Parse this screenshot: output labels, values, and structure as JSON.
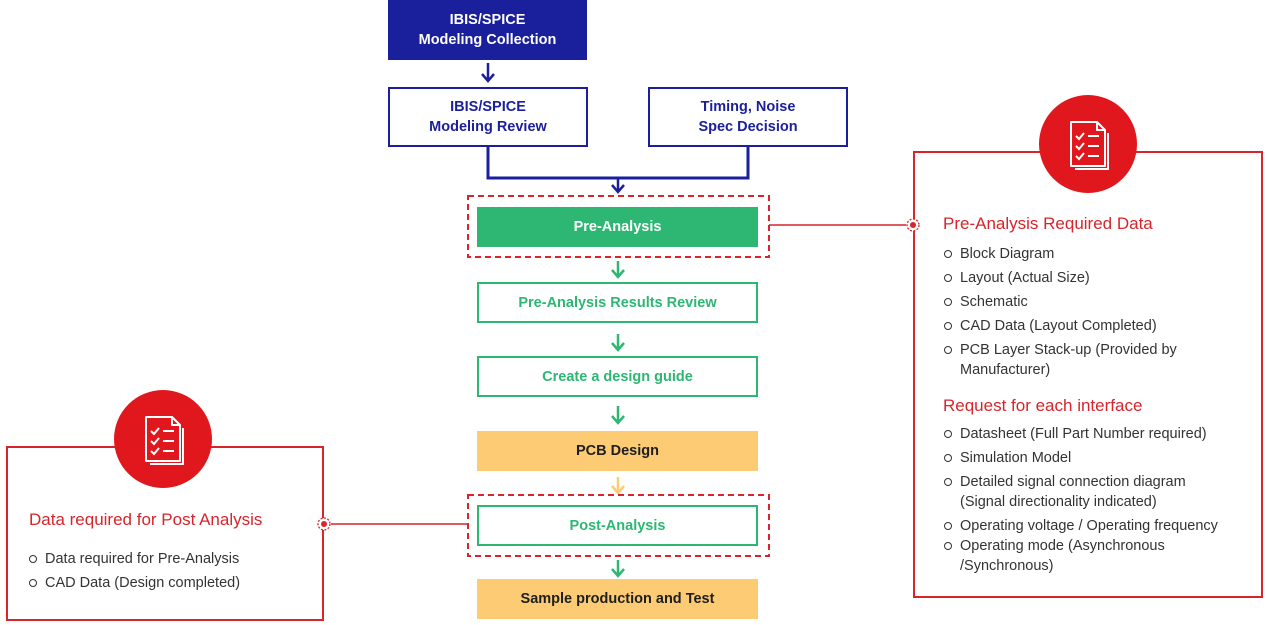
{
  "flow": {
    "modeling_collection": [
      "IBIS/SPICE",
      "Modeling Collection"
    ],
    "modeling_review": [
      "IBIS/SPICE",
      "Modeling Review"
    ],
    "timing_noise": [
      "Timing, Noise",
      "Spec Decision"
    ],
    "pre_analysis": "Pre-Analysis",
    "pre_analysis_review": "Pre-Analysis Results Review",
    "design_guide": "Create a design guide",
    "pcb_design": "PCB Design",
    "post_analysis": "Post-Analysis",
    "sample_production": "Sample production and Test"
  },
  "right_panel": {
    "icon": "checklist-document-icon",
    "title": "Pre-Analysis Required Data",
    "items": [
      [
        "Block Diagram"
      ],
      [
        "Layout (Actual Size)"
      ],
      [
        "Schematic"
      ],
      [
        "CAD Data (Layout Completed)"
      ],
      [
        "PCB Layer Stack-up (Provided by",
        "Manufacturer)"
      ]
    ],
    "subtitle": "Request for each interface",
    "interface_items": [
      [
        "Datasheet (Full Part Number required)"
      ],
      [
        "Simulation Model"
      ],
      [
        "Detailed signal connection diagram",
        "(Signal directionality indicated)"
      ],
      [
        "Operating voltage / Operating frequency"
      ],
      [
        "Operating mode (Asynchronous",
        "/Synchronous)"
      ]
    ]
  },
  "left_panel": {
    "icon": "checklist-document-icon",
    "title": "Data required for Post Analysis",
    "items": [
      [
        "Data required for Pre-Analysis"
      ],
      [
        "CAD Data (Design completed)"
      ]
    ]
  },
  "colors": {
    "navy": "#1a1f9c",
    "green": "#2db773",
    "yellow": "#fccb73",
    "red": "#d8242a",
    "badge_red": "#e1171e"
  }
}
